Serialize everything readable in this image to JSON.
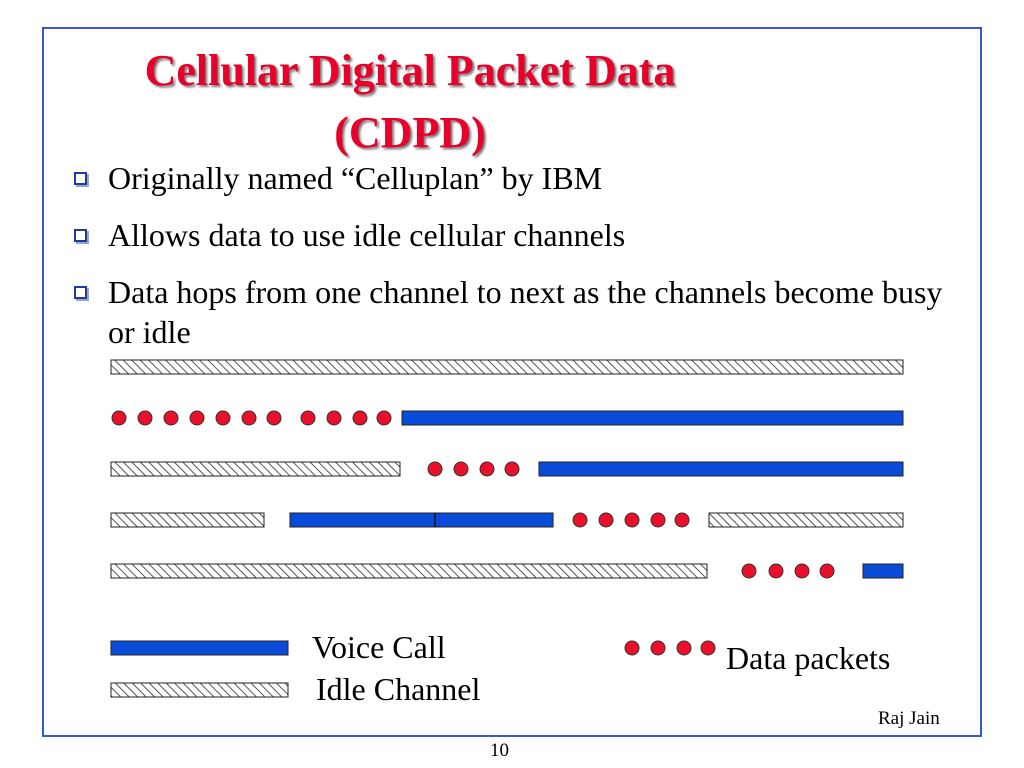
{
  "slide": {
    "title_line1": "Cellular Digital Packet Data",
    "title_line2": "(CDPD)",
    "bullets": [
      "Originally named “Celluplan” by IBM",
      "Allows data to use idle cellular channels",
      "Data hops from one channel to next as the channels become busy or idle"
    ],
    "legend": {
      "voice_label": "Voice Call",
      "idle_label": "Idle Channel",
      "data_label": "Data packets"
    },
    "author": "Raj Jain",
    "page_number": "10"
  },
  "colors": {
    "title": "#e8002a",
    "voice_call": "#0a4ad8",
    "data_packet": "#e8102a",
    "frame": "#3a56c8"
  }
}
